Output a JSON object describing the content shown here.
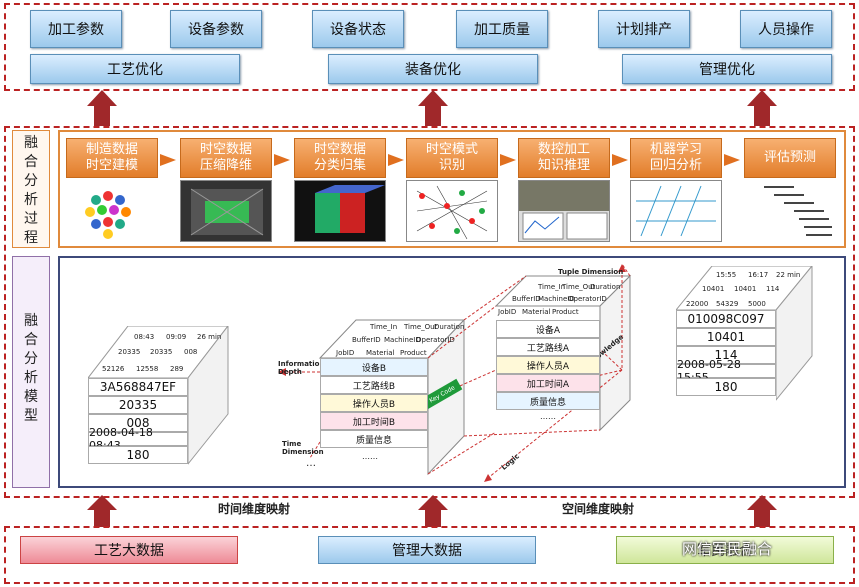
{
  "top": {
    "params": [
      "加工参数",
      "设备参数",
      "设备状态",
      "加工质量",
      "计划排产",
      "人员操作"
    ],
    "optimizations": [
      "工艺优化",
      "装备优化",
      "管理优化"
    ]
  },
  "process": {
    "label": "融合分析过程",
    "steps": [
      "制造数据\n时空建模",
      "时空数据\n压缩降维",
      "时空数据\n分类归集",
      "时空模式\n识别",
      "数控加工\n知识推理",
      "机器学习\n回归分析",
      "评估预测"
    ]
  },
  "model": {
    "label": "融合分析模型",
    "left_cube": {
      "top_row1": [
        "08:43",
        "09:09",
        "26 min"
      ],
      "top_row2": [
        "20335",
        "20335",
        "008"
      ],
      "top_row3": [
        "52126",
        "12558",
        "289"
      ],
      "values": [
        "3A568847EF",
        "20335",
        "008",
        "2008-04-18 08:43",
        "180"
      ]
    },
    "right_cube": {
      "top_row1": [
        "15:55",
        "16:17",
        "22 min"
      ],
      "top_row2": [
        "10401",
        "10401",
        "114"
      ],
      "top_row3": [
        "22000",
        "54329",
        "5000"
      ],
      "values": [
        "010098C097",
        "10401",
        "114",
        "2008-05-28 15:55",
        "180"
      ]
    },
    "center": {
      "front_rows": [
        "设备B",
        "工艺路线B",
        "操作人员B",
        "加工时间B",
        "质量信息",
        "……"
      ],
      "back_rows": [
        "设备A",
        "工艺路线A",
        "操作人员A",
        "加工时间A",
        "质量信息",
        "……"
      ],
      "front_headers_row1": [
        "Time_In",
        "Time_Out",
        "Duration"
      ],
      "front_headers_row2": [
        "JobID",
        "Material",
        "Product"
      ],
      "front_headers_mid": [
        "BufferID",
        "MachineID",
        "OperatorID"
      ],
      "back_headers_row1": [
        "Time_In",
        "Time_Out",
        "Duration"
      ],
      "back_headers_mid": [
        "BufferID",
        "MachineID",
        "OperatorID"
      ],
      "back_headers_row2": [
        "JobID",
        "Material",
        "Product"
      ],
      "labels": {
        "info_depth": "Information\nDepth",
        "time_dim": "Time\nDimension",
        "tuple_dim": "Tuple Dimension",
        "knowledge": "Knowledge",
        "logic": "Logic",
        "key": "Key Code",
        "dots": "…"
      }
    }
  },
  "mapping": {
    "time": "时间维度映射",
    "space": "空间维度映射"
  },
  "bottom": {
    "items": [
      "工艺大数据",
      "管理大数据",
      "军民融合"
    ],
    "watermark": "网信军民融合"
  },
  "colors": {
    "dashed": "#b22222",
    "arrow": "#a0282a",
    "blue_btn": "#9cc9ec",
    "orange_btn": "#e27d2a"
  }
}
